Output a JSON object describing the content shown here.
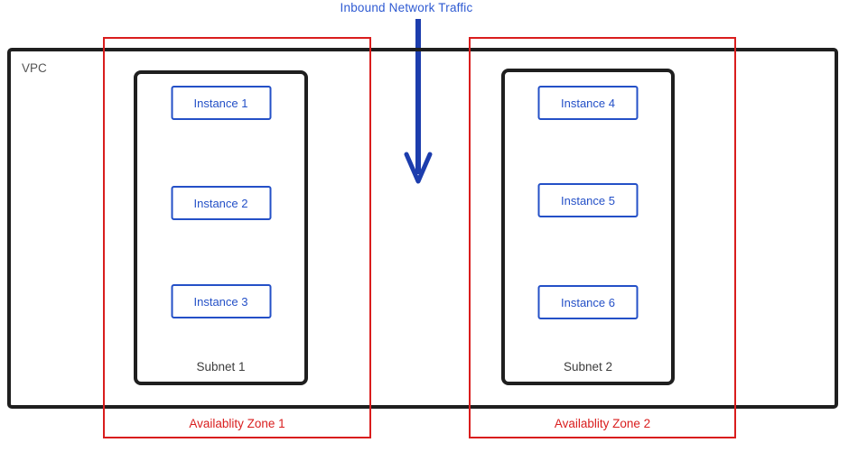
{
  "title": "Inbound Network Traffic",
  "vpc": {
    "label": "VPC"
  },
  "zones": [
    {
      "label": "Availablity Zone 1",
      "subnet": {
        "label": "Subnet 1",
        "instances": [
          "Instance 1",
          "Instance 2",
          "Instance 3"
        ]
      }
    },
    {
      "label": "Availablity Zone 2",
      "subnet": {
        "label": "Subnet 2",
        "instances": [
          "Instance 4",
          "Instance 5",
          "Instance 6"
        ]
      }
    }
  ],
  "icons": {
    "arrow": "down-arrow"
  },
  "colors": {
    "instance_blue": "#2450c7",
    "arrow_blue": "#1c3dad",
    "title_blue": "#2e5ad2",
    "zone_red": "#d91d1d",
    "box_black": "#1f1f1f",
    "vpc_gray": "#545454",
    "subnet_gray": "#3d3d3d"
  }
}
